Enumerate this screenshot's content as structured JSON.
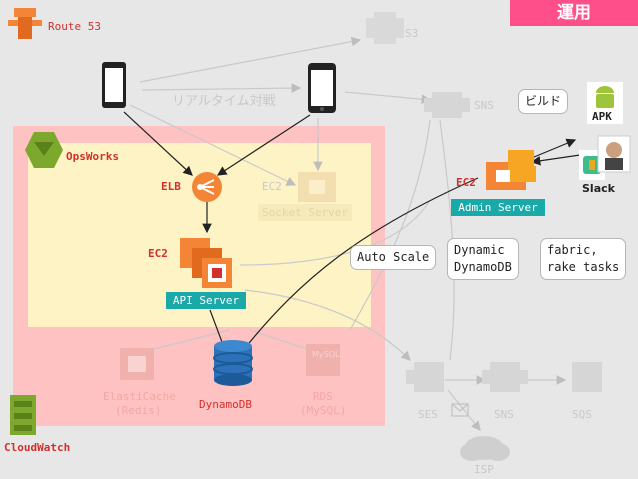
{
  "header": {
    "badge": "運用"
  },
  "services": {
    "route53": "Route 53",
    "s3": "S3",
    "sns_top": "SNS",
    "opsworks": "OpsWorks",
    "cloudwatch": "CloudWatch",
    "elb": "ELB",
    "ec2_socket": "EC2",
    "socket_server": "Socket Server",
    "ec2_api": "EC2",
    "api_server": "API Server",
    "dynamodb": "DynamoDB",
    "elasticache_l1": "ElastiCache",
    "elasticache_l2": "(Redis)",
    "rds_l1": "RDS",
    "rds_l2": "(MySQL)",
    "mysql_icon_text": "MySQL",
    "ses": "SES",
    "sns_bottom": "SNS",
    "sqs": "SQS",
    "isp": "ISP",
    "ec2_admin": "EC2",
    "admin_server": "Admin Server",
    "apk": "APK",
    "slack": "Slack"
  },
  "annotations": {
    "realtime": "リアルタイム対戦",
    "build": "ビルド",
    "auto_scale": "Auto Scale",
    "dynamic_l1": "Dynamic",
    "dynamic_l2": "DynamoDB",
    "fabric_l1": "fabric,",
    "fabric_l2": "rake tasks"
  },
  "colors": {
    "aws_orange": "#f58536",
    "aws_red": "#d0312d",
    "teal": "#1aa9a9",
    "pink_zone": "#ffc2c2",
    "yellow_zone": "#fdf3c4",
    "badge": "#ff4f8b"
  }
}
